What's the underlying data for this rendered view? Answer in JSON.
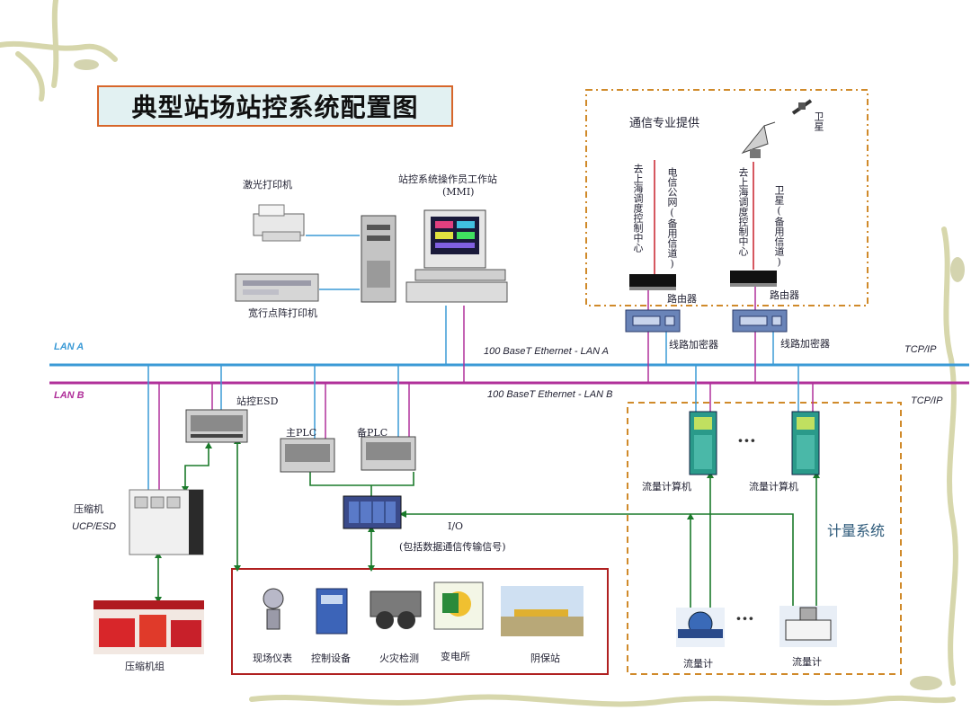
{
  "title": "典型站场站控系统配置图",
  "networks": {
    "lan_a": "LAN A",
    "lan_b": "LAN B",
    "lan_a_desc": "100 BaseT Ethernet -  LAN A",
    "lan_b_desc": "100 BaseT Ethernet - LAN B",
    "tcpip_a": "TCP/IP",
    "tcpip_b": "TCP/IP"
  },
  "workstation": {
    "title_line1": "站控系统操作员工作站",
    "title_line2": "(MMI)",
    "laser_printer": "激光打印机",
    "wide_printer": "宽行点阵打印机"
  },
  "telecom": {
    "header": "通信专业提供",
    "satellite": "卫星",
    "line1": "去上海调度控制中心",
    "line2": "电信公网(备用信道)",
    "line3": "去上海调度控制中心",
    "line4": "卫星(备用信道)",
    "router1": "路由器",
    "router2": "路由器",
    "encryptor1": "线路加密器",
    "encryptor2": "线路加密器"
  },
  "control": {
    "esd": "站控ESD",
    "main_plc": "主PLC",
    "backup_plc": "备PLC",
    "io": "I/O",
    "io_desc": "(包括数据通信传输信号)"
  },
  "compressor": {
    "label1": "压缩机",
    "label2": "UCP/ESD",
    "unit": "压缩机组"
  },
  "field": {
    "items": [
      "现场仪表",
      "控制设备",
      "火灾检测",
      "变电所",
      "阴保站"
    ]
  },
  "metering": {
    "title": "计量系统",
    "computer1": "流量计算机",
    "computer2": "流量计算机",
    "meter1": "流量计",
    "meter2": "流量计",
    "ellipsis1": "···",
    "ellipsis2": "···"
  },
  "colors": {
    "lan_a": "#3a9ad6",
    "lan_b": "#b0309a",
    "green": "#1a7a2a",
    "title_border": "#d7662a",
    "dash_box": "#d08a2a",
    "field_border": "#b02020"
  }
}
